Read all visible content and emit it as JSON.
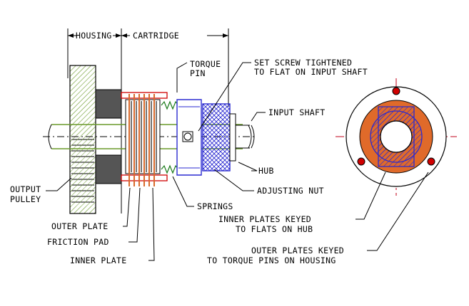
{
  "labels": {
    "housing": "HOUSING",
    "cartridge": "CARTRIDGE",
    "torque_pin_1": "TORQUE",
    "torque_pin_2": "PIN",
    "set_screw_1": "SET SCREW TIGHTENED",
    "set_screw_2": "TO FLAT ON INPUT SHAFT",
    "input_shaft": "INPUT SHAFT",
    "hub": "HUB",
    "adjusting_nut": "ADJUSTING NUT",
    "springs": "SPRINGS",
    "output_pulley_1": "OUTPUT",
    "output_pulley_2": "PULLEY",
    "outer_plate": "OUTER PLATE",
    "friction_pad": "FRICTION PAD",
    "inner_plate": "INNER PLATE",
    "inner_keyed_1": "INNER PLATES KEYED",
    "inner_keyed_2": "TO FLATS ON HUB",
    "outer_keyed_1": "OUTER PLATES KEYED",
    "outer_keyed_2": "TO TORQUE PINS ON HOUSING"
  },
  "colors": {
    "pulley": "#8fb33a",
    "housing_fill": "#555555",
    "plates": "#d96a2c",
    "hub": "#2a2ad0",
    "springs": "#1a7a1a",
    "shaft": "#6a9a2a",
    "pins": "#d00000",
    "ring_orange": "#e06a2a",
    "centerline": "#c0001a"
  }
}
